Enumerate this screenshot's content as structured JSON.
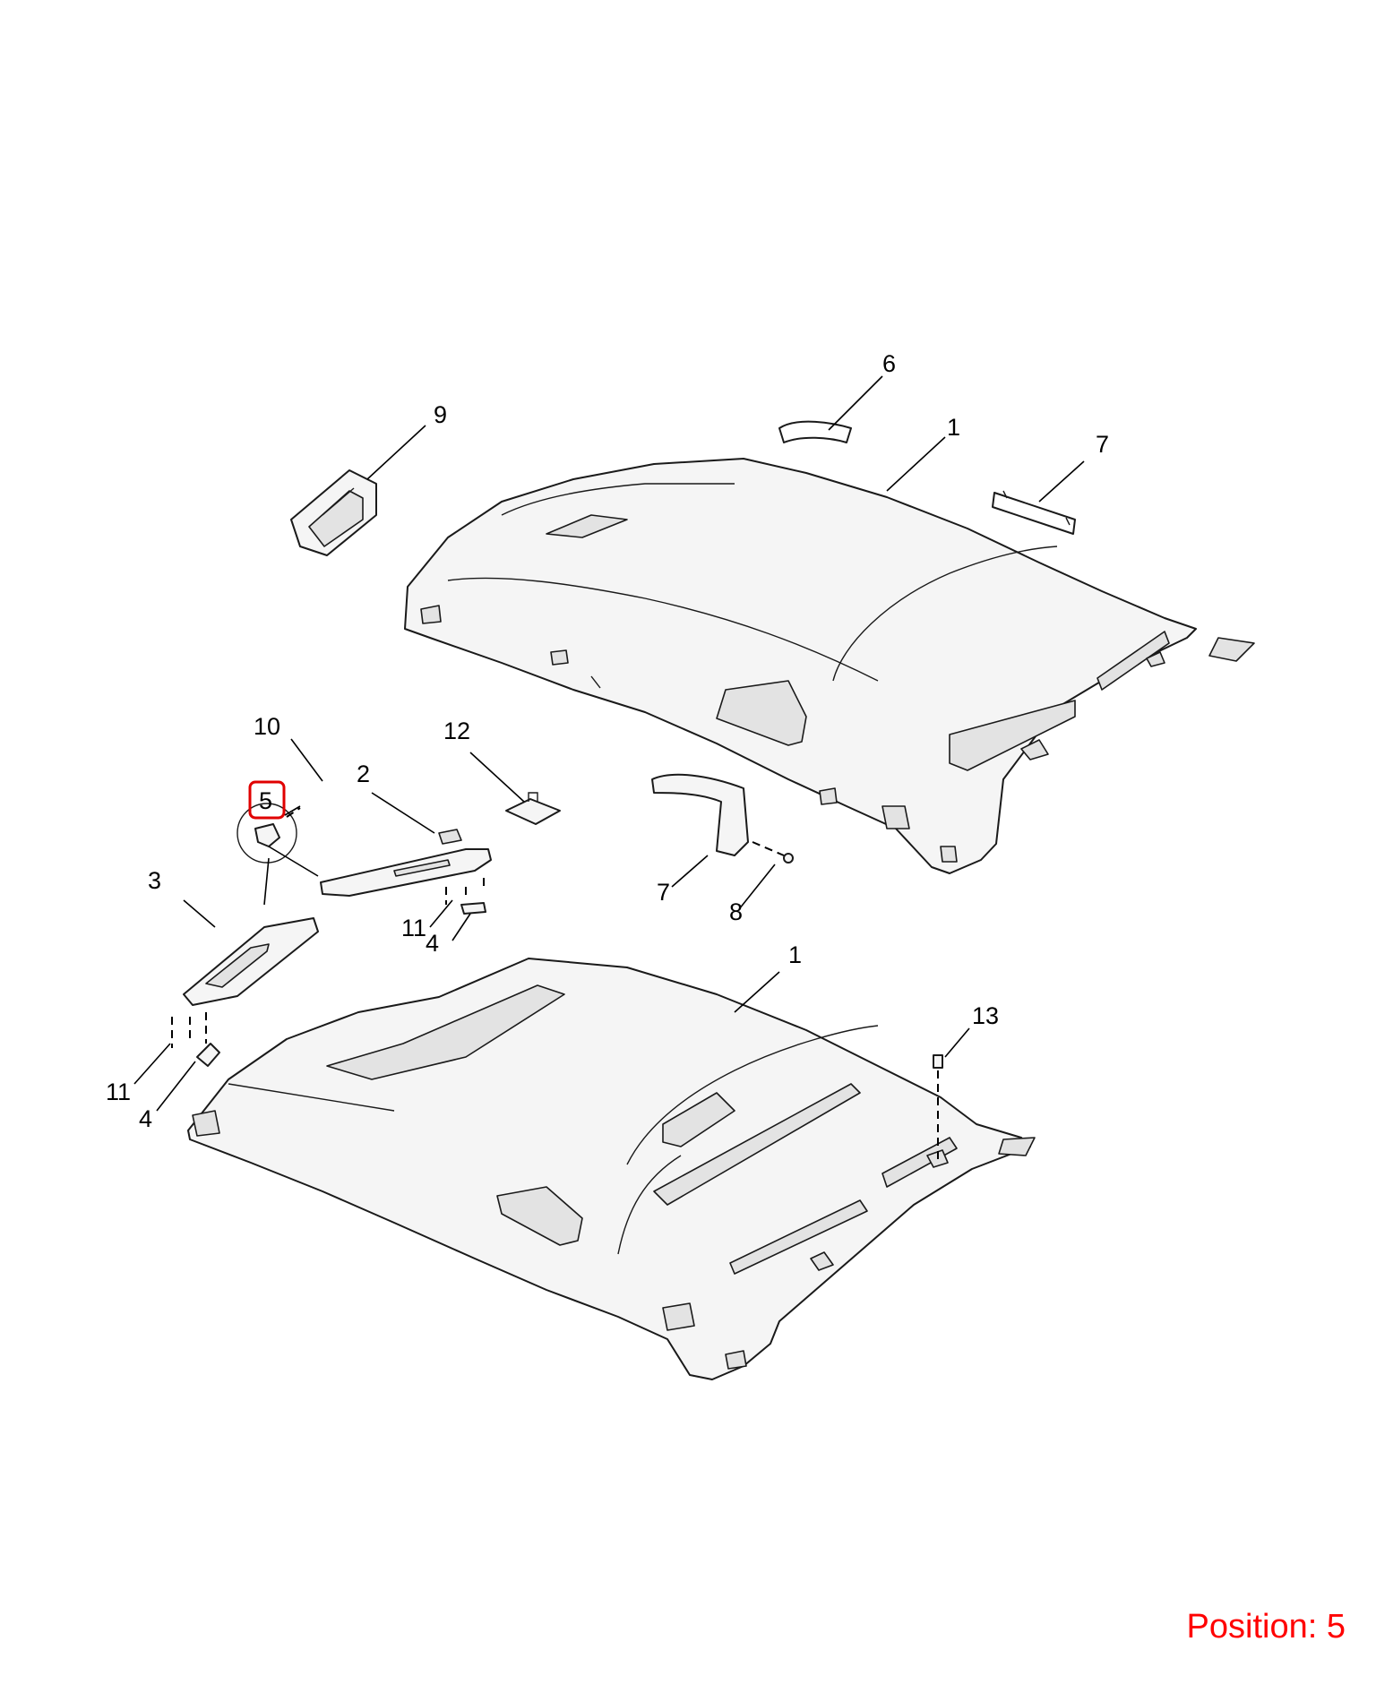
{
  "callouts": {
    "c6": "6",
    "c9": "9",
    "c1_top": "1",
    "c7_top": "7",
    "c10": "10",
    "c12": "12",
    "c2": "2",
    "c5": "5",
    "c3": "3",
    "c11_mid": "11",
    "c4_mid": "4",
    "c7_mid": "7",
    "c8": "8",
    "c1_bottom": "1",
    "c13": "13",
    "c11_left": "11",
    "c4_left": "4"
  },
  "position": {
    "label": "Position: 5"
  },
  "colors": {
    "highlight": "#e00000",
    "position_text": "#ff0000"
  }
}
